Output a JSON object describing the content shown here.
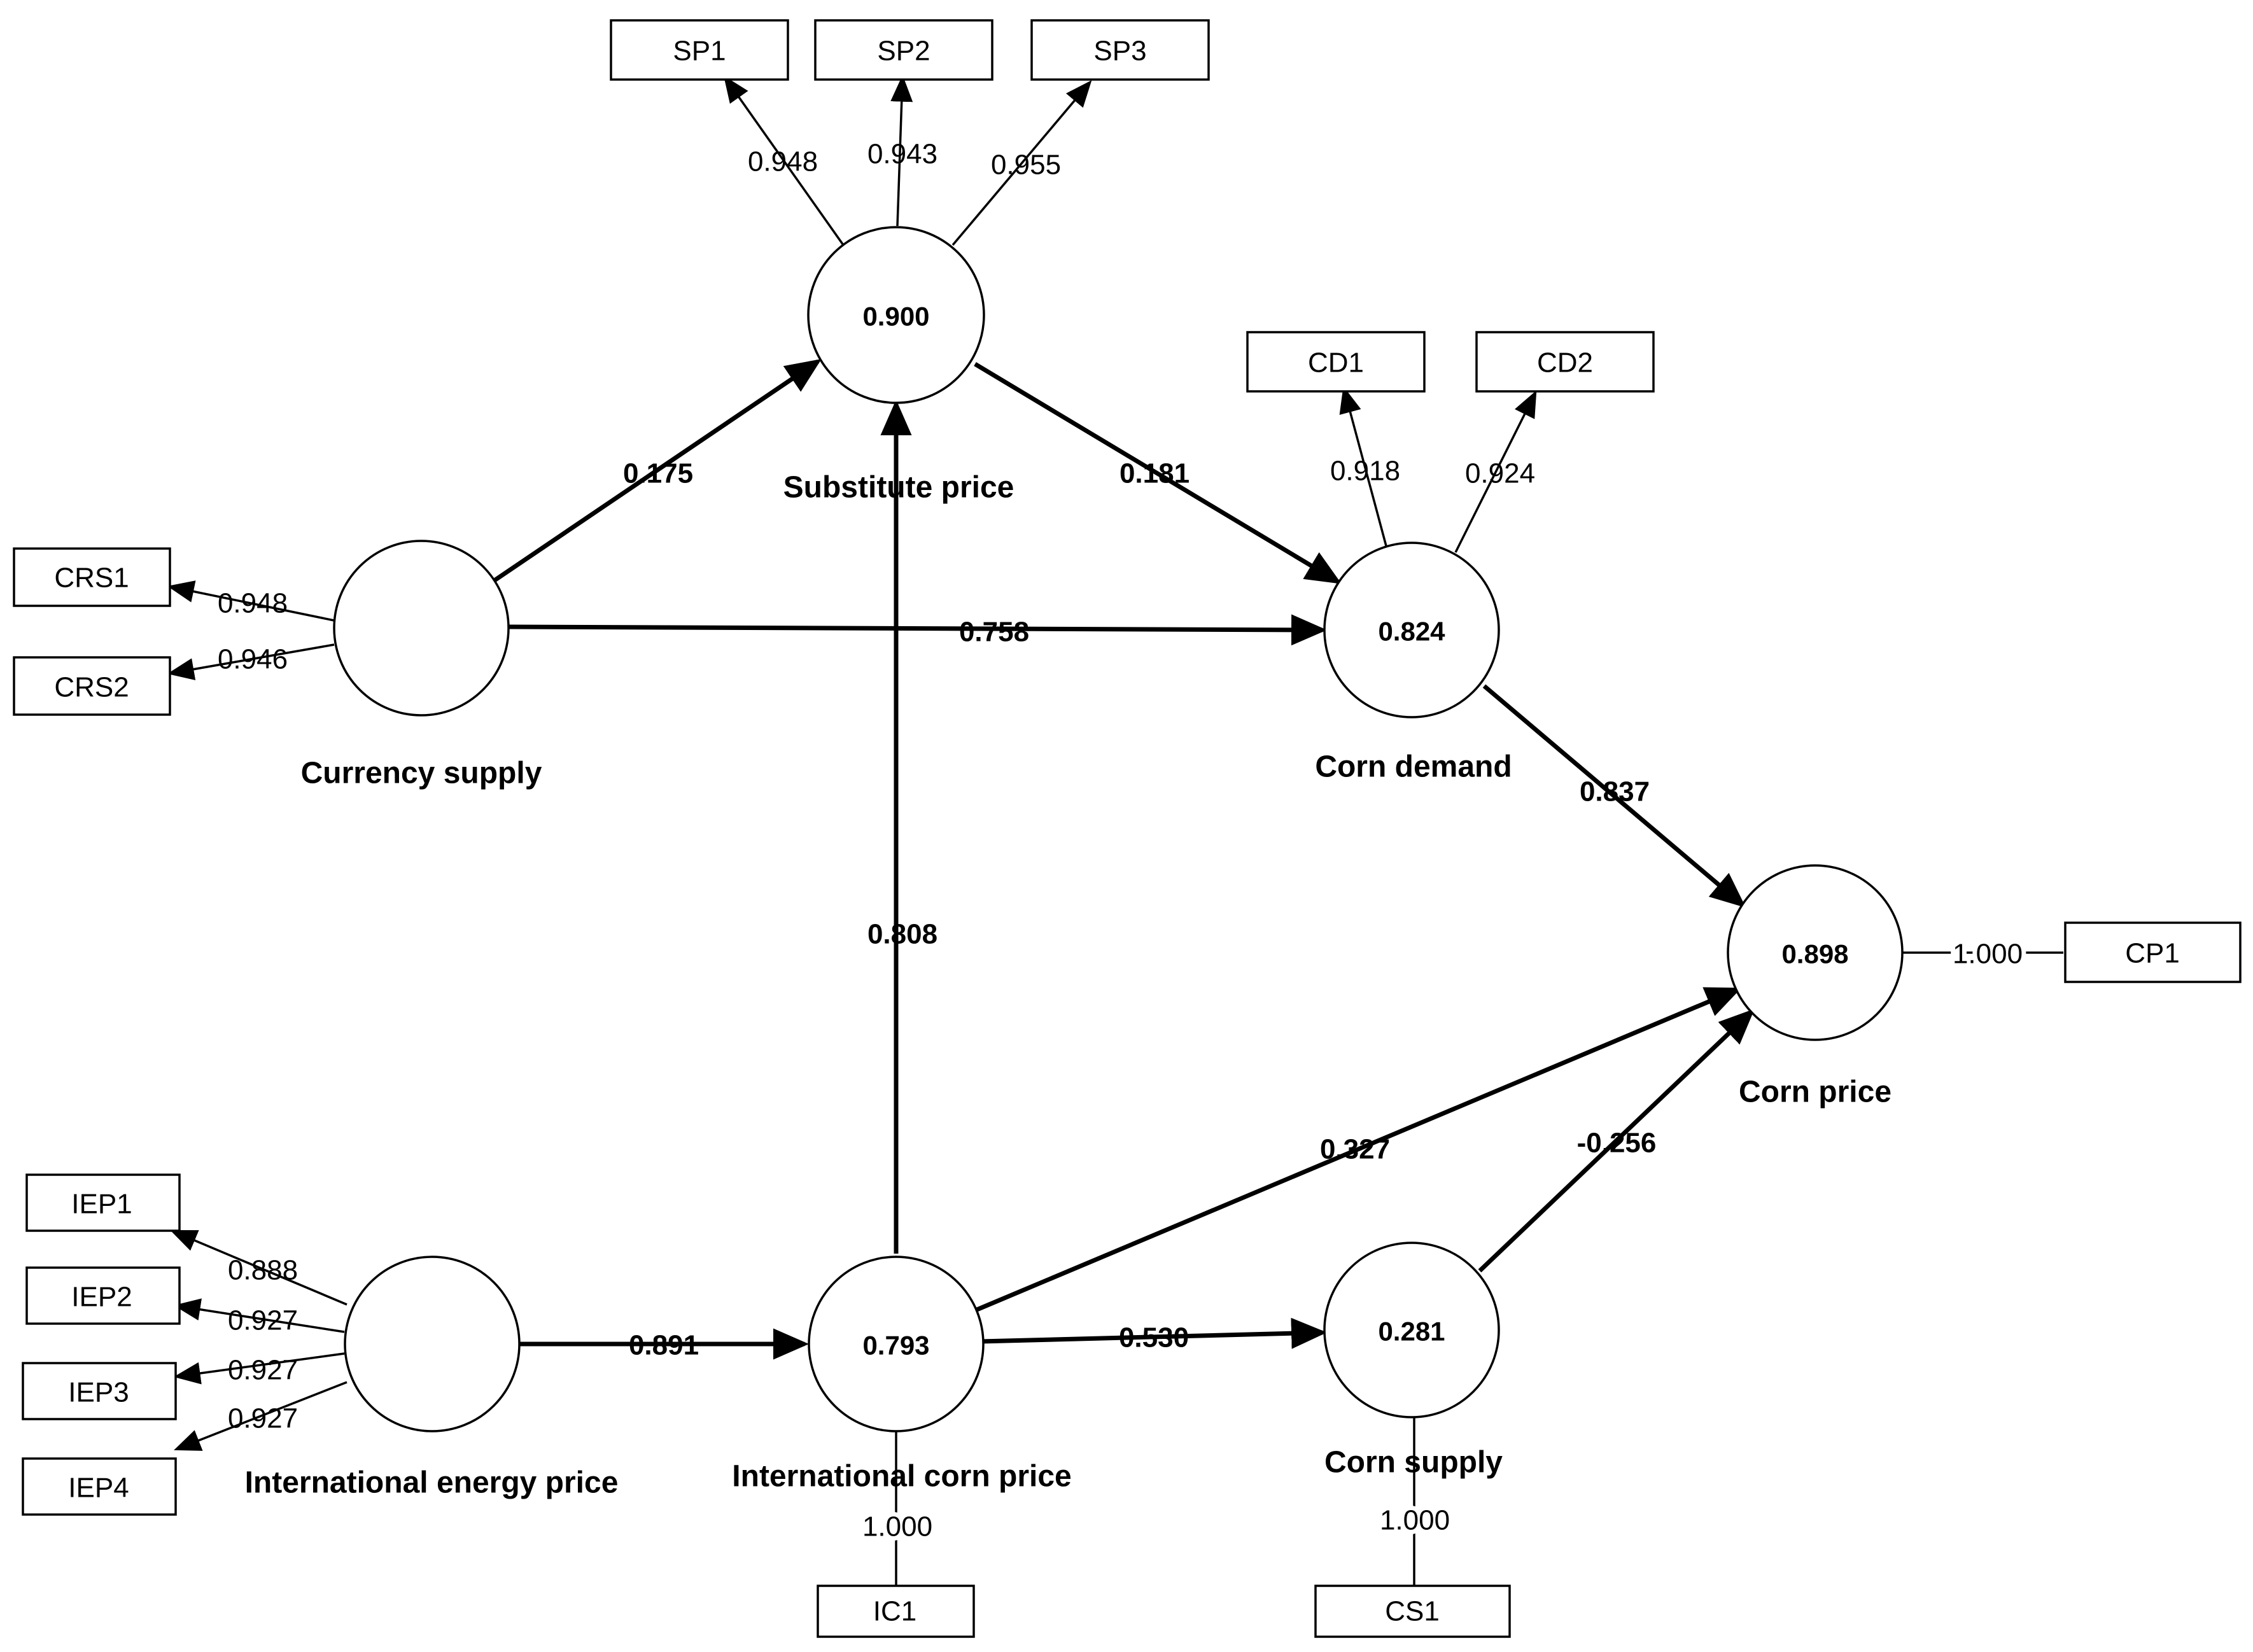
{
  "constructs": {
    "substitute_price": {
      "name": "Substitute price",
      "r2": "0.900"
    },
    "currency_supply": {
      "name": "Currency supply",
      "r2": ""
    },
    "corn_demand": {
      "name": "Corn demand",
      "r2": "0.824"
    },
    "corn_price": {
      "name": "Corn price",
      "r2": "0.898"
    },
    "international_energy_price": {
      "name": "International energy price",
      "r2": ""
    },
    "international_corn_price": {
      "name": "International corn price",
      "r2": "0.793"
    },
    "corn_supply": {
      "name": "Corn supply",
      "r2": "0.281"
    }
  },
  "indicators": {
    "SP1": "SP1",
    "SP2": "SP2",
    "SP3": "SP3",
    "CD1": "CD1",
    "CD2": "CD2",
    "CRS1": "CRS1",
    "CRS2": "CRS2",
    "CP1": "CP1",
    "IEP1": "IEP1",
    "IEP2": "IEP2",
    "IEP3": "IEP3",
    "IEP4": "IEP4",
    "IC1": "IC1",
    "CS1": "CS1"
  },
  "loadings": {
    "SP1": "0.948",
    "SP2": "0.943",
    "SP3": "0.955",
    "CD1": "0.918",
    "CD2": "0.924",
    "CRS1": "0.948",
    "CRS2": "0.946",
    "CP1": "1.000",
    "IEP1": "0.888",
    "IEP2": "0.927",
    "IEP3": "0.927",
    "IEP4": "0.927",
    "IC1": "1.000",
    "CS1": "1.000"
  },
  "paths": {
    "currency_to_substitute": "0.175",
    "substitute_to_demand": "0.181",
    "currency_to_demand": "0.758",
    "demand_to_price": "0.837",
    "intlcorn_to_substitute": "0.808",
    "energy_to_intlcorn": "0.891",
    "intlcorn_to_supply": "0.530",
    "intlcorn_to_price": "0.327",
    "supply_to_price": "-0.256"
  }
}
